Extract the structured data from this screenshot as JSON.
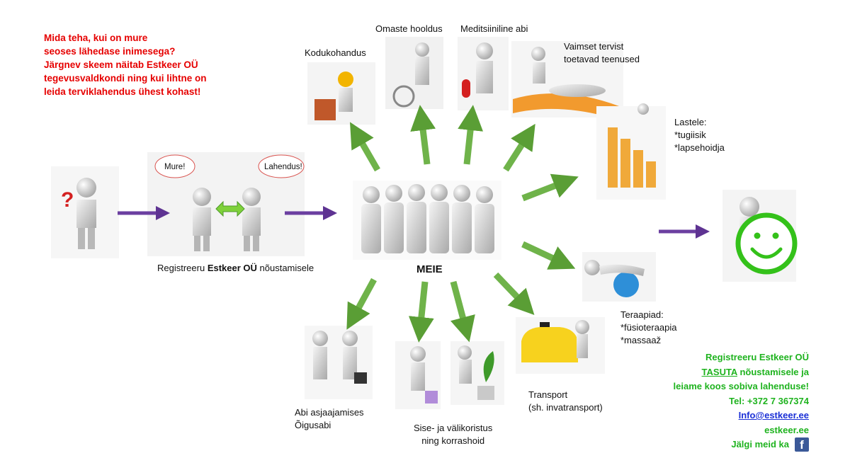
{
  "intro": {
    "lines": [
      "Mida teha, kui on mure",
      "seoses lähedase inimesega?",
      "Järgnev skeem näitab Estkeer OÜ",
      "tegevusvaldkondi ning kui lihtne on",
      "leida terviklahendus ühest kohast!"
    ]
  },
  "bubbles": {
    "left": "Mure!",
    "right": "Lahendus!"
  },
  "register": {
    "prefix": "Registreeru ",
    "brand": "Estkeer OÜ",
    "suffix": " nõustamisele"
  },
  "center_label": "MEIE",
  "services": {
    "kodukohandus": "Kodukohandus",
    "omaste_hooldus": "Omaste hooldus",
    "meditsiiniline_abi": "Meditsiiniline abi",
    "vaimne_tervis": [
      "Vaimset tervist",
      "toetavad teenused"
    ],
    "lastele": [
      "Lastele:",
      "*tugiisik",
      "*lapsehoidja"
    ],
    "teraapiad": [
      "Teraapiad:",
      "*füsioteraapia",
      "*massaaž"
    ],
    "transport": [
      "Transport",
      "(sh. invatransport)"
    ],
    "koristus": [
      "Sise- ja välikoristus",
      "ning korrashoid"
    ],
    "asjaajamine": [
      "Abi asjaajamises",
      "Õigusabi"
    ]
  },
  "cta": {
    "line1": "Registreeru Estkeer OÜ",
    "tasuta": "TASUTA",
    "line2_rest": " nõustamisele ja",
    "line3": "leiame koos sobiva lahenduse!",
    "phone": "Tel: +372 7 367374",
    "email": "Info@estkeer.ee",
    "web": "estkeer.ee",
    "follow": "Jälgi meid ka",
    "fb_glyph": "f"
  },
  "colors": {
    "intro_text": "#e60000",
    "cta_text": "#1fb31f",
    "link": "#1a2fd6",
    "arrow_purple": "#6b3fa0",
    "arrow_green": "#6fb34a",
    "smiley": "#34c11a"
  },
  "icons": [
    "question-mark-icon",
    "double-arrow-icon",
    "smiley-icon",
    "facebook-icon"
  ]
}
